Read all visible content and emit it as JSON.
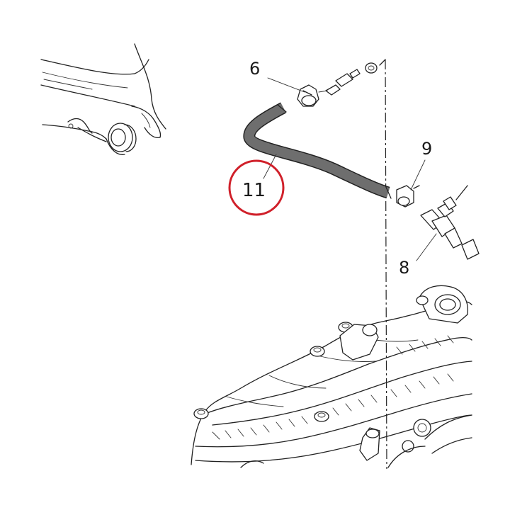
{
  "callouts": {
    "part_6": "6",
    "part_9": "9",
    "part_8": "8",
    "part_11": "11"
  },
  "colors": {
    "highlight_ring": "#d0202a",
    "hose_fill": "#6e6e6e",
    "line": "#222222",
    "background": "#ffffff"
  }
}
